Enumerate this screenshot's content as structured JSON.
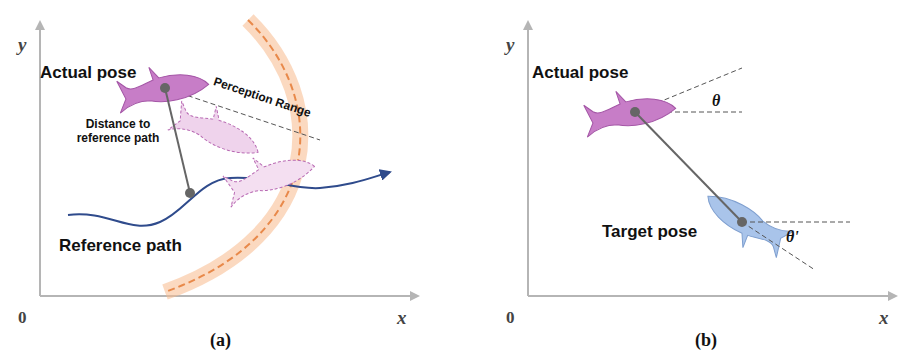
{
  "diagram": {
    "labels": [
      "y",
      "x",
      "0",
      "Actual pose",
      "Perception Range",
      "Distance to reference path",
      "Reference path",
      "(a)",
      "y",
      "x",
      "0",
      "Actual pose",
      "θ",
      "Target pose",
      "θ'",
      "(b)"
    ]
  }
}
